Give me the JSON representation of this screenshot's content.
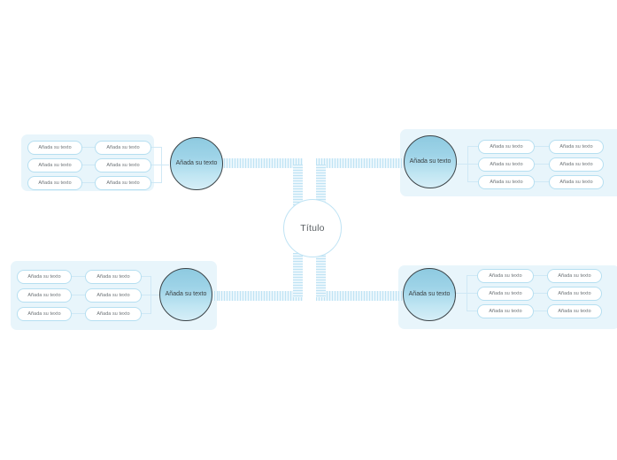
{
  "document": {
    "type": "mind-map",
    "language": "es"
  },
  "hub": {
    "label": "Título"
  },
  "branches": [
    {
      "id": "top-left",
      "node_label": "Añada su texto",
      "inner_leaves": [
        "Añada su texto",
        "Añada su texto",
        "Añada su texto"
      ],
      "outer_leaves": [
        "Añada su texto",
        "Añada su texto",
        "Añada su texto"
      ]
    },
    {
      "id": "top-right",
      "node_label": "Añada su texto",
      "inner_leaves": [
        "Añada su texto",
        "Añada su texto",
        "Añada su texto"
      ],
      "outer_leaves": [
        "Añada su texto",
        "Añada su texto",
        "Añada su texto"
      ]
    },
    {
      "id": "bottom-left",
      "node_label": "Añada su texto",
      "inner_leaves": [
        "Añada su texto",
        "Añada su texto",
        "Añada su texto"
      ],
      "outer_leaves": [
        "Añada su texto",
        "Añada su texto",
        "Añada su texto"
      ]
    },
    {
      "id": "bottom-right",
      "node_label": "Añada su texto",
      "inner_leaves": [
        "Añada su texto",
        "Añada su texto",
        "Añada su texto"
      ],
      "outer_leaves": [
        "Añada su texto",
        "Añada su texto",
        "Añada su texto"
      ]
    }
  ],
  "colors": {
    "canvas": "#ffffff",
    "panel": "#e8f5fb",
    "connector_stripe": "#bfe3f4",
    "connector_gap": "#eaf6fc",
    "node_border": "#3c4448",
    "node_gradient_top": "#8ecae0",
    "node_gradient_bottom": "#d6eef7",
    "hub_border": "#bfe3f4",
    "pill_border": "#b6dff1",
    "pill_fill": "#ffffff",
    "text": "#6b7175",
    "hub_text": "#5a5f63"
  }
}
